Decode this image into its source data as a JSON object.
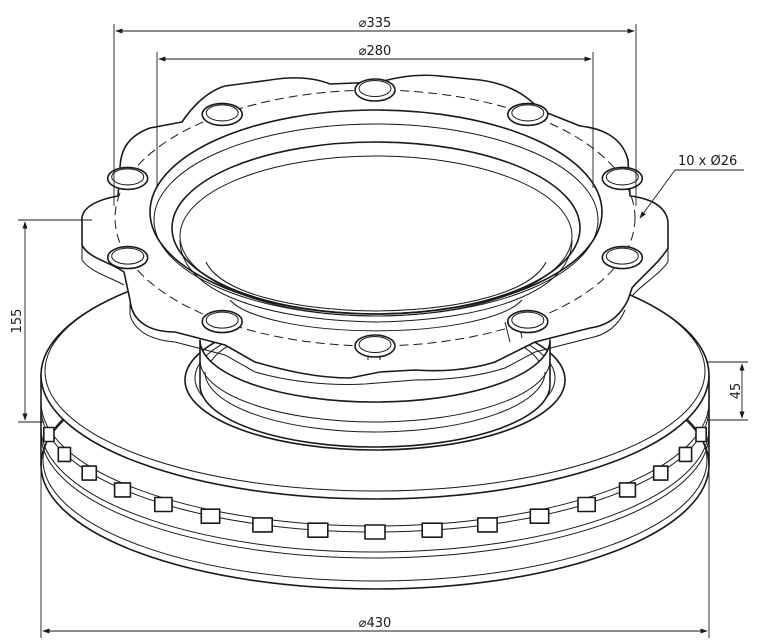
{
  "dimensions": {
    "d335": "⌀335",
    "d280": "⌀280",
    "holes": "10 x Ø26",
    "h155": "155",
    "h45": "45",
    "d430": "⌀430"
  }
}
